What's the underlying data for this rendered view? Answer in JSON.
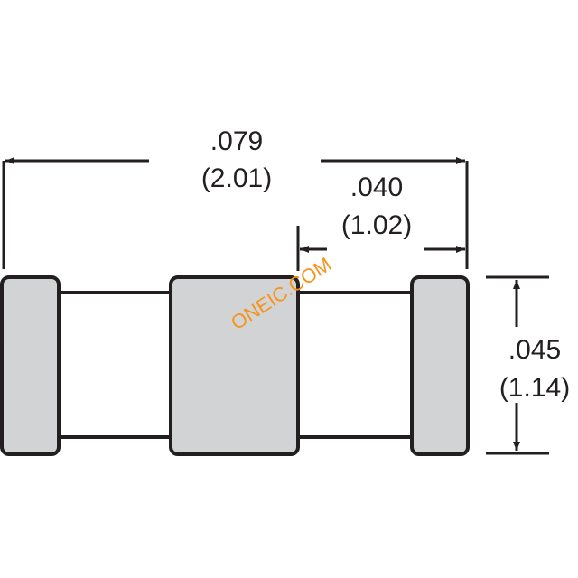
{
  "colors": {
    "outline": "#231f20",
    "fill": "#d1d3d4",
    "watermark": "#f7931e"
  },
  "dimensions": {
    "overall_length": {
      "inch": ".079",
      "mm": "(2.01)"
    },
    "terminal_pitch": {
      "inch": ".040",
      "mm": "(1.02)"
    },
    "height": {
      "inch": ".045",
      "mm": "(1.14)"
    }
  },
  "watermark": {
    "text": "ONEIC.COM"
  }
}
